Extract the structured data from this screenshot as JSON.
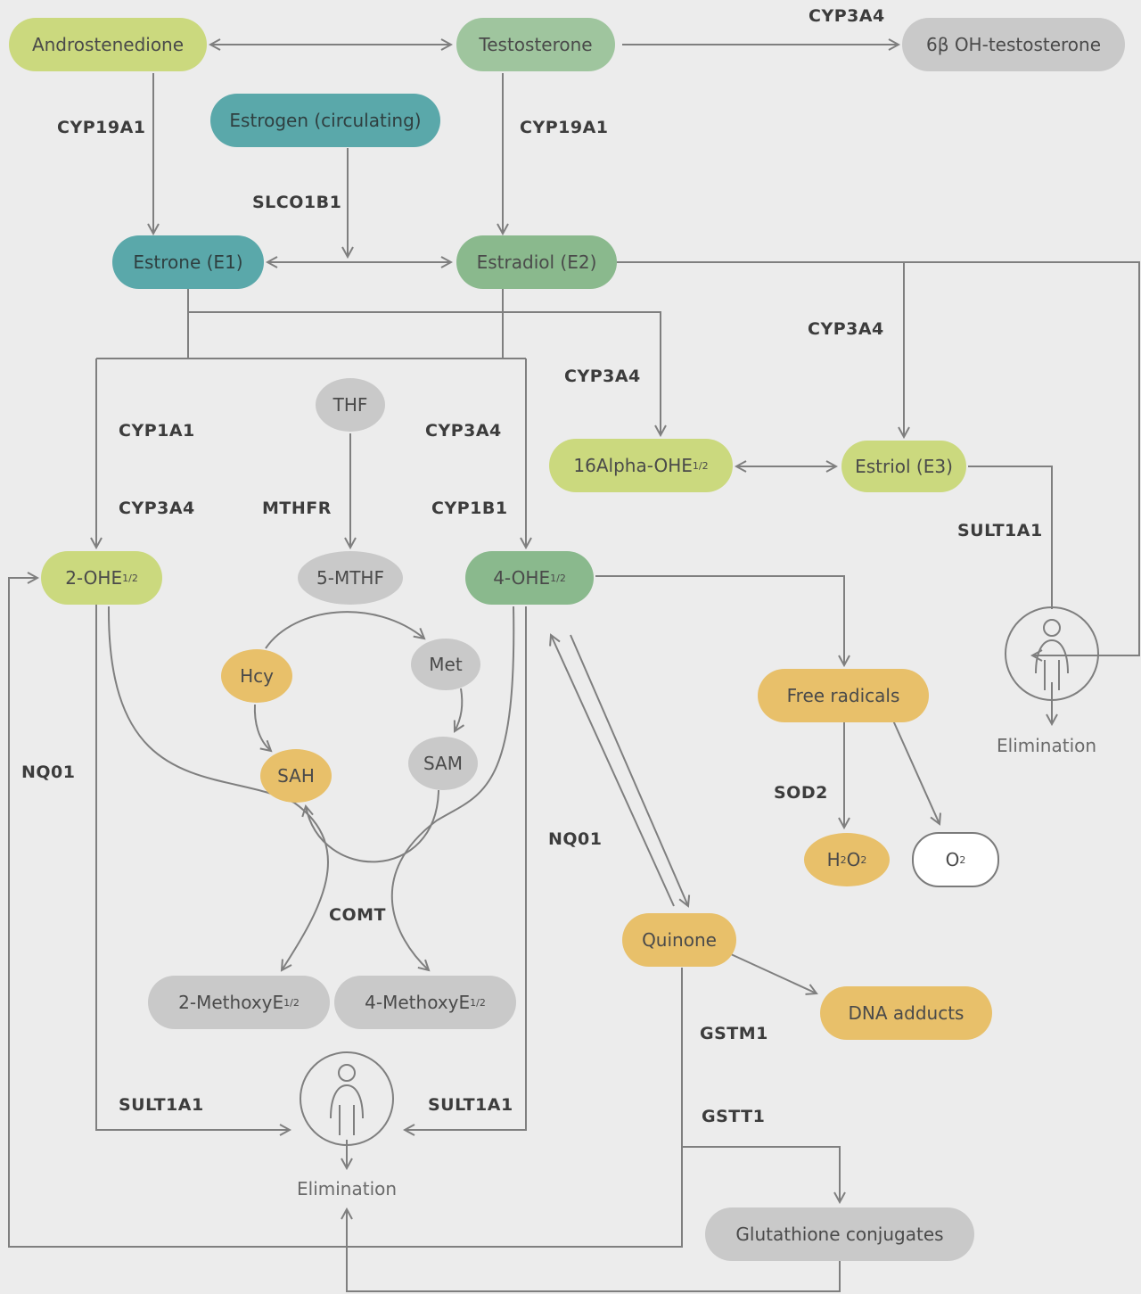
{
  "nodes": {
    "androstenedione": "Androstenedione",
    "testosterone": "Testosterone",
    "oh_testosterone": "6β OH-testosterone",
    "estrogen_circulating": "Estrogen (circulating)",
    "estrone": "Estrone (E1)",
    "estradiol": "Estradiol (E2)",
    "thf": "THF",
    "alpha_ohe_main": "16Alpha-OHE",
    "alpha_ohe_sub": "1/2",
    "estriol": "Estriol (E3)",
    "ohe2_main": "2-OHE",
    "ohe2_sub": "1/2",
    "mthf5": "5-MTHF",
    "ohe4_main": "4-OHE",
    "ohe4_sub": "1/2",
    "hcy": "Hcy",
    "met": "Met",
    "free_radicals": "Free radicals",
    "sah": "SAH",
    "sam": "SAM",
    "h2o2_a": "H",
    "h2o2_b": "2",
    "h2o2_c": "O",
    "h2o2_d": "2",
    "o2_a": "O",
    "o2_b": "2",
    "quinone": "Quinone",
    "dna_adducts": "DNA adducts",
    "methoxy2_main": "2-MethoxyE",
    "methoxy2_sub": "1/2",
    "methoxy4_main": "4-MethoxyE",
    "methoxy4_sub": "1/2",
    "glutathione": "Glutathione conjugates"
  },
  "enzymes": {
    "cyp3a4_top": "CYP3A4",
    "cyp19a1_left": "CYP19A1",
    "cyp19a1_right": "CYP19A1",
    "slco1b1": "SLCO1B1",
    "cyp3a4_e3": "CYP3A4",
    "cyp3a4_16": "CYP3A4",
    "cyp1a1": "CYP1A1",
    "cyp3a4_2ohe": "CYP3A4",
    "mthfr": "MTHFR",
    "cyp3a4_4ohe": "CYP3A4",
    "cyp1b1": "CYP1B1",
    "sult1a1_e3": "SULT1A1",
    "nq01_left": "NQ01",
    "sod2": "SOD2",
    "nq01_mid": "NQ01",
    "comt": "COMT",
    "gstm1": "GSTM1",
    "sult1a1_left": "SULT1A1",
    "sult1a1_right": "SULT1A1",
    "gstt1": "GSTT1"
  },
  "elimination": {
    "right": "Elimination",
    "bottom": "Elimination"
  },
  "colors": {
    "lime": "#cbd97e",
    "sage": "#9fc59e",
    "teal": "#5aa8aa",
    "green": "#8ab98d",
    "grey": "#c9c9c9",
    "amber": "#e8c06a",
    "line": "#7f7f7f",
    "background": "#ececec"
  }
}
